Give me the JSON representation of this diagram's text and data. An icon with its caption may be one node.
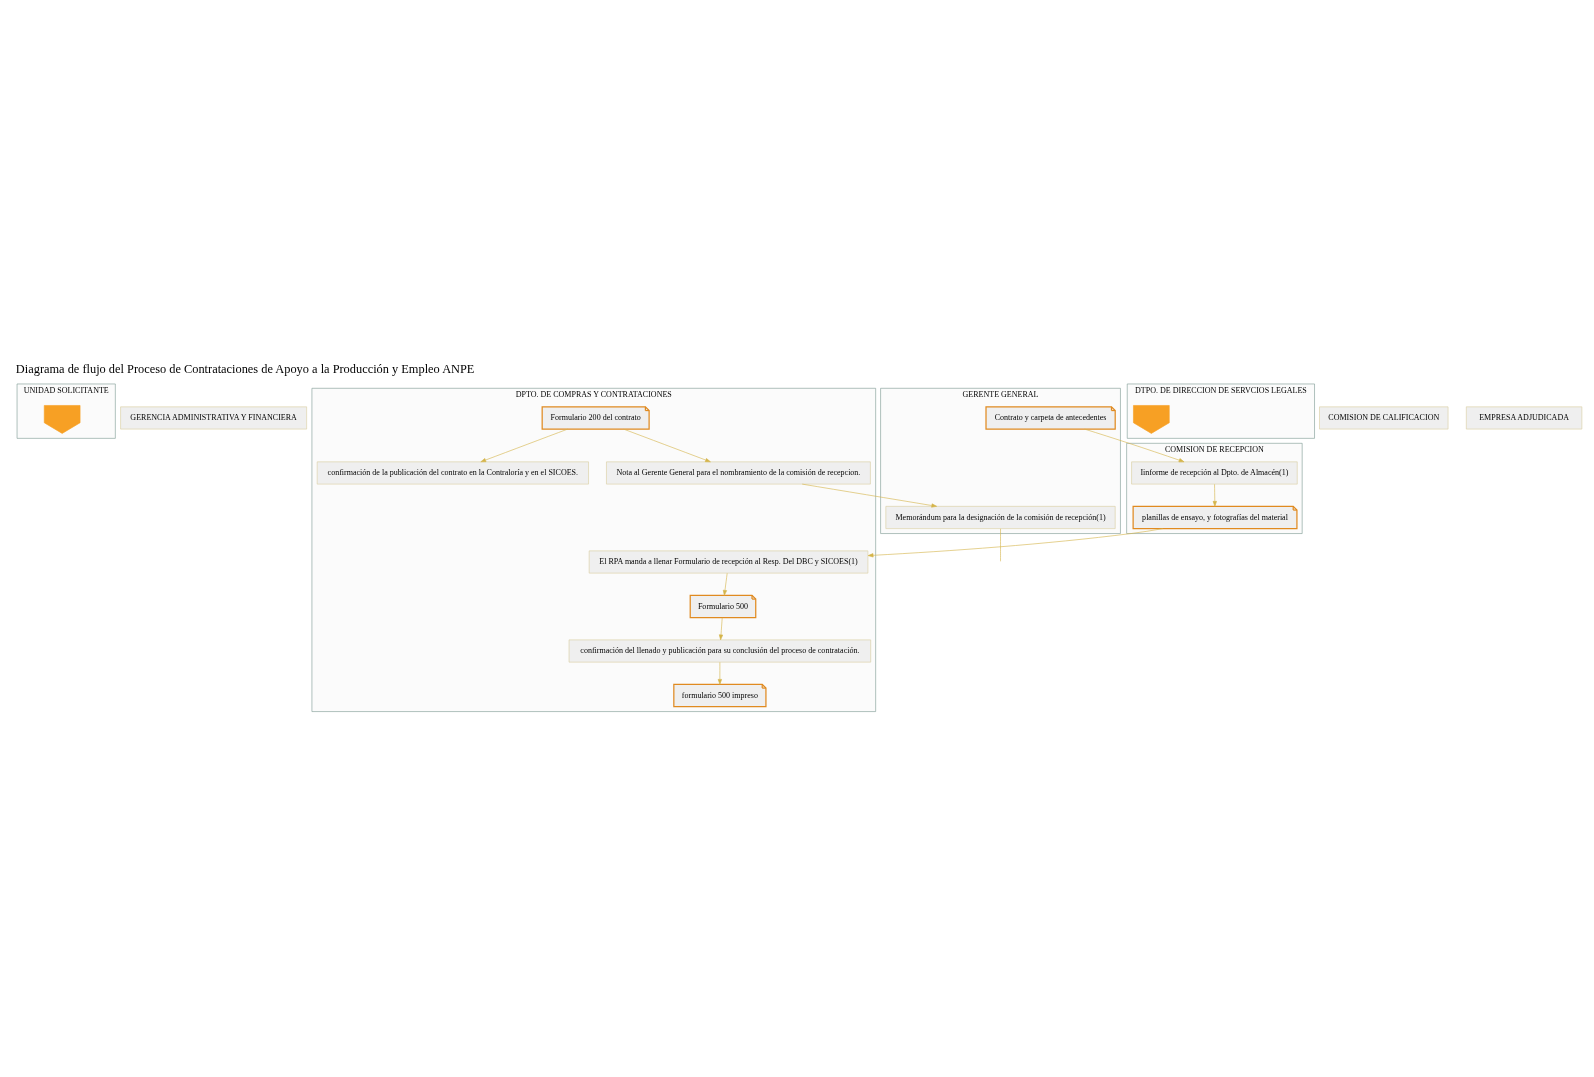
{
  "diagram": {
    "title": "Diagrama de flujo del Proceso de Contrataciones de Apoyo a la Producción y Empleo ANPE",
    "nodes": [
      {
        "text": [
          "UNIDAD SOLICITANTE"
        ]
      },
      {
        "text": [
          "GERENCIA ADMINISTRATIVA Y FINANCIERA"
        ]
      },
      {
        "text": [
          "DPTO. DE COMPRAS Y CONTRATACIONES"
        ]
      },
      {
        "text": [
          "DTPO. DE DIRECCION DE SERVCIOS LEGALES"
        ]
      },
      {
        "text": [
          "COMISION DE CALIFICACION"
        ]
      },
      {
        "text": [
          "EMPRESA ADJUDICADA"
        ]
      },
      {
        "text": [
          "COMISION DE RECEPCION"
        ]
      },
      {
        "text": [
          "GERENTE GENERAL"
        ]
      },
      {
        "text": [],
        "shape": "pentagon",
        "in": 0
      },
      {
        "text": [
          "confirmación de la publicación del contrato en la Contraloría y en el SICOES."
        ],
        "in": 2
      },
      {
        "text": [
          "Formulario 200 del contrato"
        ],
        "in": 2
      },
      {
        "text": [
          "Nota al Gerente General para el nombramiento de la comisión de recepcion."
        ],
        "in": 2
      },
      {
        "text": [
          "El RPA manda a llenar Formulario de recepción al Resp. Del DBC y SICOES(1)"
        ],
        "in": 2
      },
      {
        "text": [
          "Formulario 500"
        ],
        "in": 2
      },
      {
        "text": [
          "confirmación del llenado y publicación para su conclusión del proceso de contratación."
        ],
        "in": 2
      },
      {
        "text": [
          "formulario 500 impreso"
        ],
        "in": 2
      },
      {
        "text": [],
        "shape": "pentagon",
        "in": 3
      },
      {
        "text": [
          "Memorándum para la designación de la comisión de recepción(1)"
        ],
        "in": 7
      },
      {
        "text": [
          "Contrato y carpeta de antecedentes"
        ],
        "in": 7
      },
      {
        "text": [
          "Iinforme de recepción al Dpto. de Almacén(1)"
        ],
        "in": 6
      },
      {
        "text": [
          "planillas de ensayo, y fotografías del material"
        ],
        "in": 6
      }
    ],
    "edges": [
      {
        "from": 10,
        "to": 9,
        "arrow": "to"
      },
      {
        "from": 10,
        "to": 11,
        "arrow": "to"
      },
      {
        "from": 11,
        "to": 17,
        "arrow": "to"
      },
      {
        "from": 17,
        "to": null,
        "arrow": "none"
      },
      {
        "from": 18,
        "to": 19,
        "arrow": "to"
      },
      {
        "from": 19,
        "to": 20,
        "arrow": "to"
      },
      {
        "from": 20,
        "to": 12,
        "arrow": "to"
      },
      {
        "from": 12,
        "to": 13,
        "arrow": "to"
      },
      {
        "from": 13,
        "to": 14,
        "arrow": "to"
      },
      {
        "from": 14,
        "to": 15,
        "arrow": "to"
      }
    ]
  }
}
